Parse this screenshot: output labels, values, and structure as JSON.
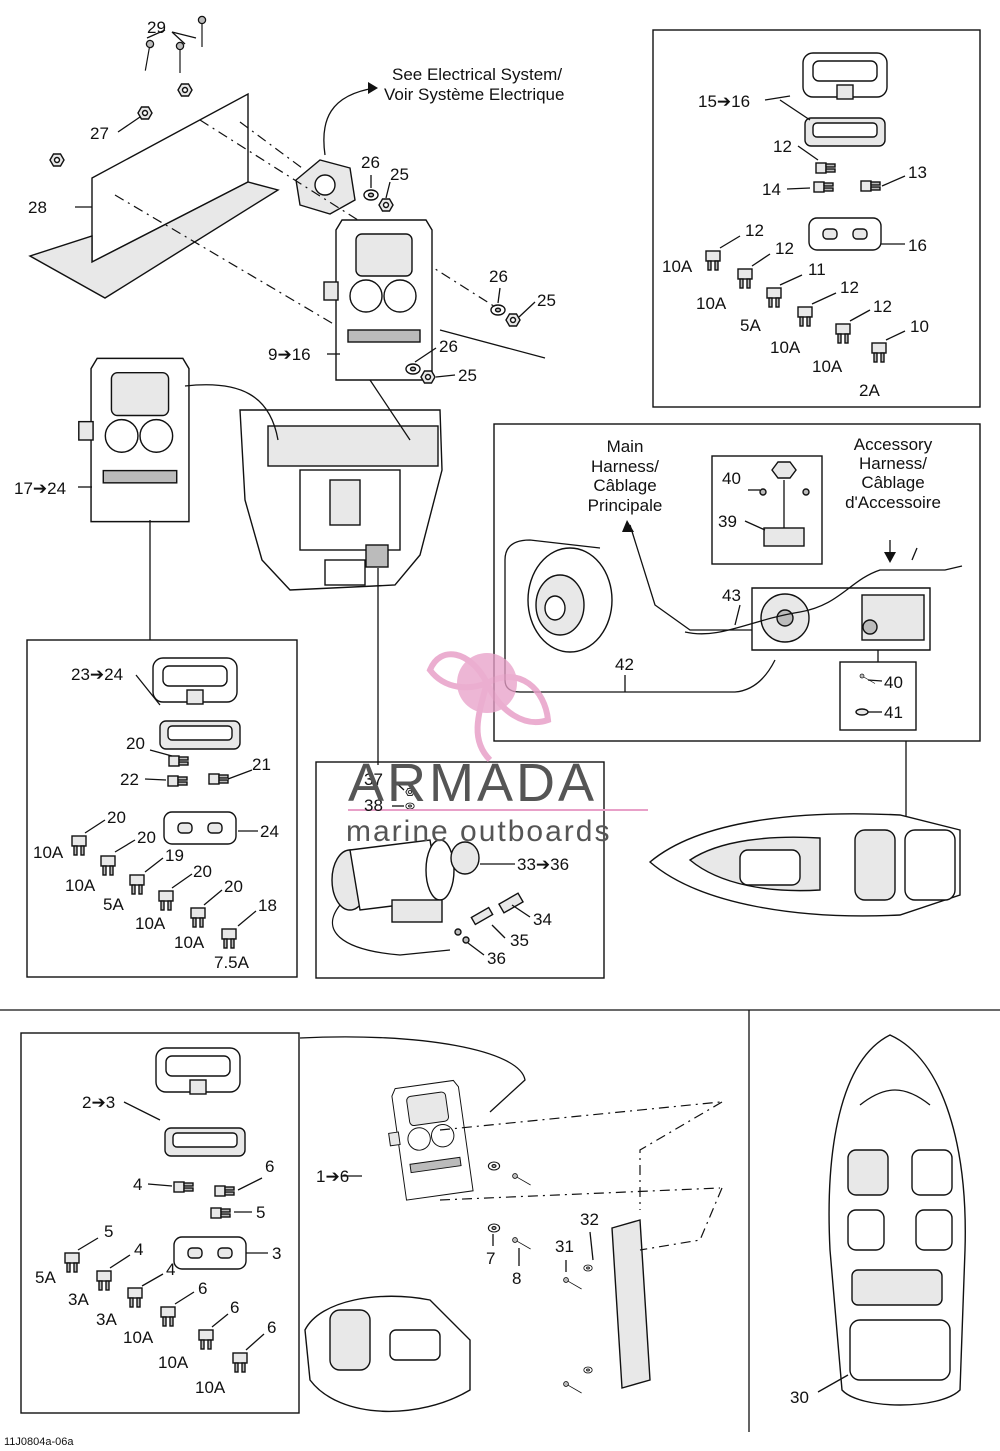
{
  "drawing_code": "11J0804a-06a",
  "notes": {
    "electrical_en": "See Electrical System/",
    "electrical_fr": "Voir Système Electrique",
    "main_harness": [
      "Main",
      "Harness/",
      "Câblage",
      "Principale"
    ],
    "accessory_harness": [
      "Accessory",
      "Harness/",
      "Câblage",
      "d'Accessoire"
    ]
  },
  "watermark": {
    "brand": "ARMADA",
    "tagline": "marine outboards"
  },
  "callouts": {
    "c29": "29",
    "c27": "27",
    "c28": "28",
    "c26a": "26",
    "c25a": "25",
    "c26b": "26",
    "c25b": "25",
    "c26c": "26",
    "c25c": "25",
    "c9_16": "9➔16",
    "c17_24": "17➔24",
    "c15_16": "15➔16",
    "c12a": "12",
    "c13": "13",
    "c14": "14",
    "c16": "16",
    "c12b": "12",
    "c12c": "12",
    "c11": "11",
    "c12d": "12",
    "c12e": "12",
    "c10": "10",
    "a10a_1": "10A",
    "a10a_2": "10A",
    "a5a_1": "5A",
    "a10a_3": "10A",
    "a10a_4": "10A",
    "a2a": "2A",
    "c40a": "40",
    "c39": "39",
    "c43": "43",
    "c42": "42",
    "c40b": "40",
    "c41": "41",
    "c23_24": "23➔24",
    "c20a": "20",
    "c22": "22",
    "c21": "21",
    "c24": "24",
    "c20b": "20",
    "c20c": "20",
    "c19": "19",
    "c20d": "20",
    "c20e": "20",
    "c18": "18",
    "b10a_1": "10A",
    "b10a_2": "10A",
    "b5a": "5A",
    "b10a_3": "10A",
    "b10a_4": "10A",
    "b75a": "7.5A",
    "c37": "37",
    "c38": "38",
    "c33_36": "33➔36",
    "c34": "34",
    "c35": "35",
    "c36": "36",
    "c2_3": "2➔3",
    "c4a": "4",
    "c6a": "6",
    "c5a": "5",
    "c3": "3",
    "c5b": "5",
    "c4b": "4",
    "c4c": "4",
    "c6b": "6",
    "c6c": "6",
    "c6d": "6",
    "d5a": "5A",
    "d3a_1": "3A",
    "d3a_2": "3A",
    "d10a_1": "10A",
    "d10a_2": "10A",
    "d10a_3": "10A",
    "c1_6": "1➔6",
    "c7": "7",
    "c8": "8",
    "c31": "31",
    "c32": "32",
    "c30": "30"
  },
  "colors": {
    "line": "#111111",
    "watermark_pink": "#e8a0c8",
    "watermark_gray": "#555555"
  },
  "icons": [
    "fuse-icon",
    "fuse-box-cover-icon",
    "bilge-pump-icon",
    "boat-hull-icon",
    "relay-icon",
    "fan-icon"
  ]
}
